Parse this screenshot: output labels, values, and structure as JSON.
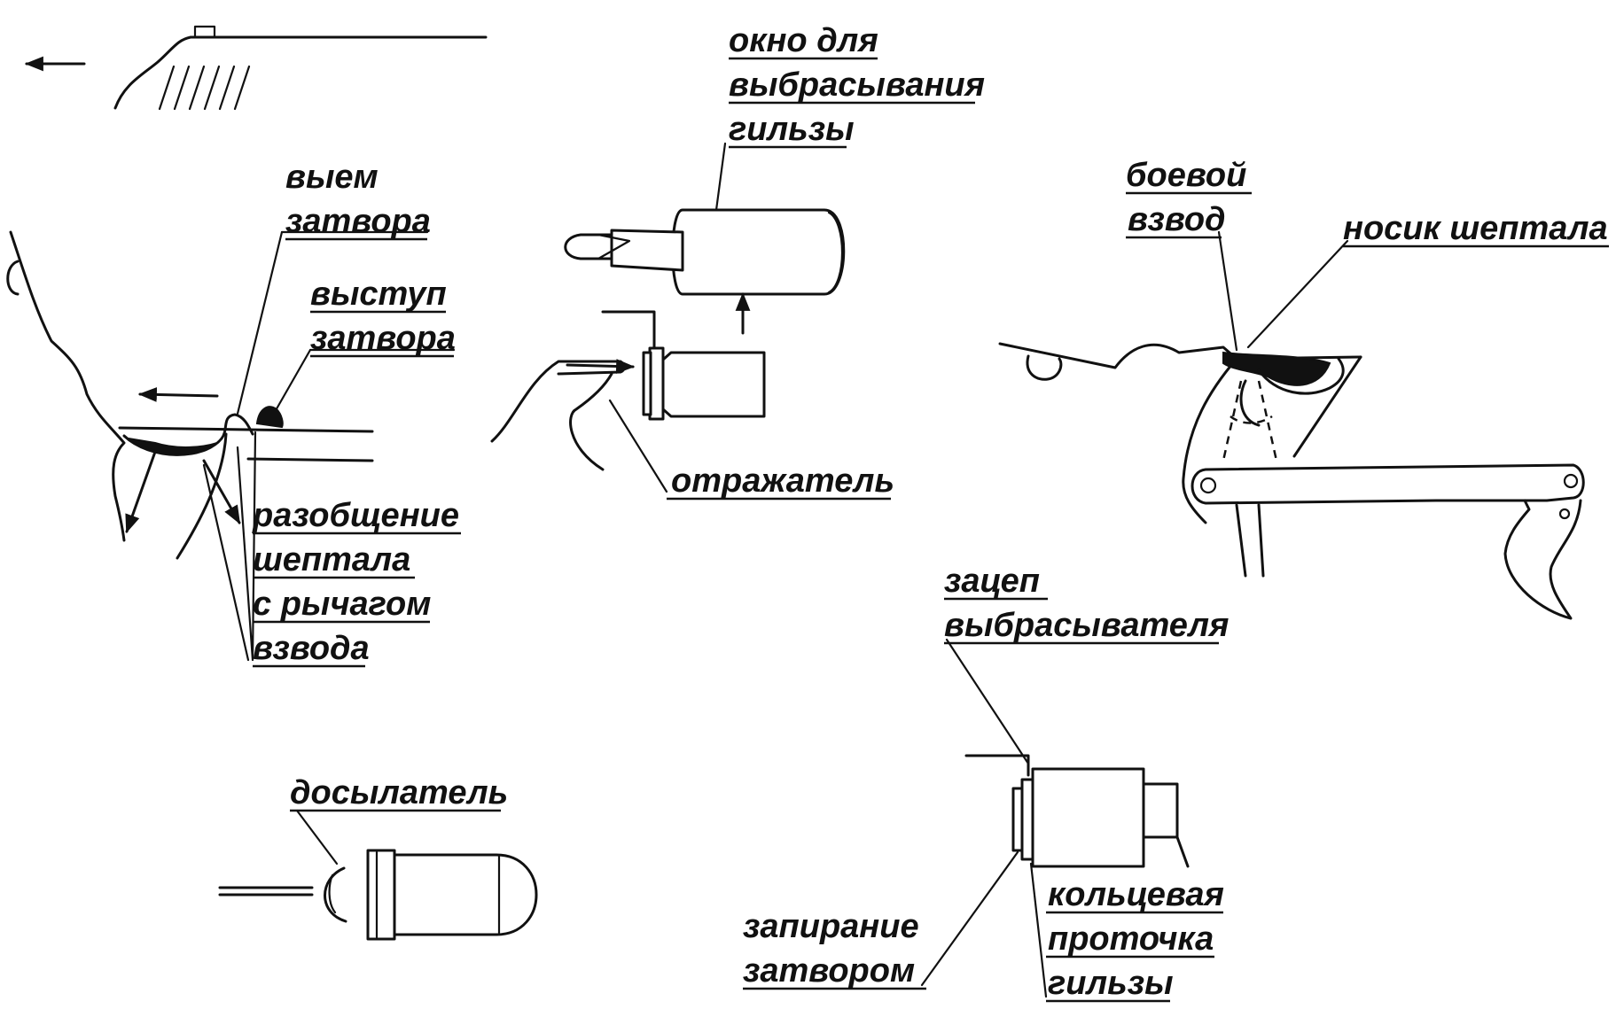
{
  "labels": {
    "vyem_line1": "выем",
    "vyem_line2": "затвора",
    "vystup_line1": "выступ",
    "vystup_line2": "затвора",
    "razobshchenie_line1": "разобщение",
    "razobshchenie_line2": "шептала",
    "razobshchenie_line3": "с рычагом",
    "razobshchenie_line4": "взвода",
    "okno_line1": "окно для",
    "okno_line2": "выбрасывания",
    "okno_line3": "гильзы",
    "otrazhatel": "отражатель",
    "boevoy_line1": "боевой",
    "boevoy_line2": "взвод",
    "nosik": "носик шептала",
    "zatsep_line1": "зацеп",
    "zatsep_line2": "выбрасывателя",
    "dosylatel": "досылатель",
    "zapiranie_line1": "запирание",
    "zapiranie_line2": "затвором",
    "koltsevaya_line1": "кольцевая",
    "koltsevaya_line2": "проточка",
    "koltsevaya_line3": "гильзы"
  }
}
